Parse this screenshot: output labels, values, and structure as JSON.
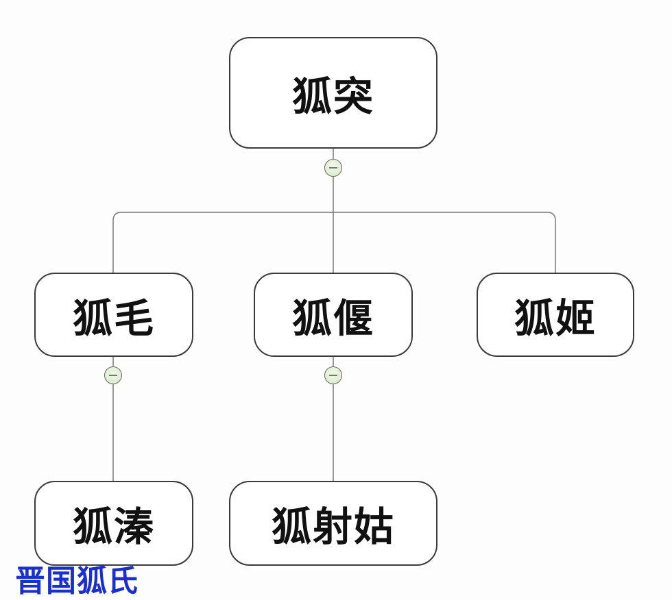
{
  "root": {
    "label": "狐突"
  },
  "children": [
    {
      "label": "狐毛"
    },
    {
      "label": "狐偃"
    },
    {
      "label": "狐姬"
    }
  ],
  "grandchildren": [
    {
      "label": "狐溱"
    },
    {
      "label": "狐射姑"
    }
  ],
  "watermark": "晋国狐氏",
  "colors": {
    "line": "#777777",
    "toggle": "#d6e8c8",
    "watermark": "#1a2fd0"
  }
}
